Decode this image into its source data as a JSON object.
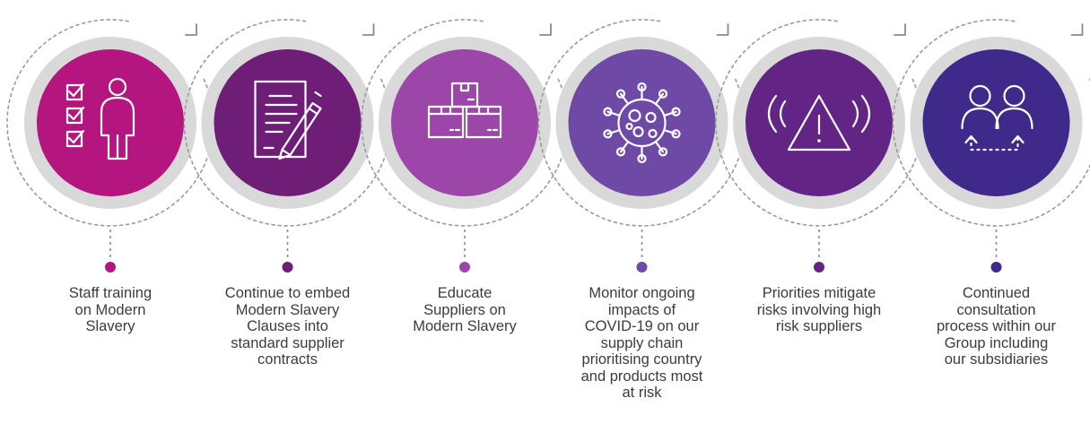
{
  "steps": [
    {
      "label": "Staff training on Modern Slavery",
      "lines": [
        "Staff training",
        "on Modern",
        "Slavery"
      ],
      "color": "#b4157f",
      "icon": "checklist-person-icon"
    },
    {
      "label": "Continue to embed Modern Slavery Clauses into standard supplier contracts",
      "lines": [
        "Continue to embed",
        "Modern Slavery",
        "Clauses into",
        "standard supplier",
        "contracts"
      ],
      "color": "#6f1e78",
      "icon": "document-pen-icon"
    },
    {
      "label": "Educate Suppliers on Modern Slavery",
      "lines": [
        "Educate",
        "Suppliers on",
        "Modern Slavery"
      ],
      "color": "#9b46a8",
      "icon": "boxes-icon"
    },
    {
      "label": "Monitor ongoing impacts of COVID-19 on our supply chain prioritising country and products most at risk",
      "lines": [
        "Monitor ongoing",
        "impacts of",
        "COVID-19 on our",
        "supply chain",
        "prioritising country",
        "and products most",
        "at risk"
      ],
      "color": "#6e4aa6",
      "icon": "virus-icon"
    },
    {
      "label": "Priorities mitigate risks involving high risk suppliers",
      "lines": [
        "Priorities mitigate",
        "risks involving high",
        "risk suppliers"
      ],
      "color": "#632585",
      "icon": "warning-signal-icon"
    },
    {
      "label": "Continued consultation process within our Group including our subsidiaries",
      "lines": [
        "Continued",
        "consultation",
        "process within our",
        "Group including",
        "our subsidiaries"
      ],
      "color": "#3f2a8c",
      "icon": "people-exchange-icon"
    }
  ]
}
